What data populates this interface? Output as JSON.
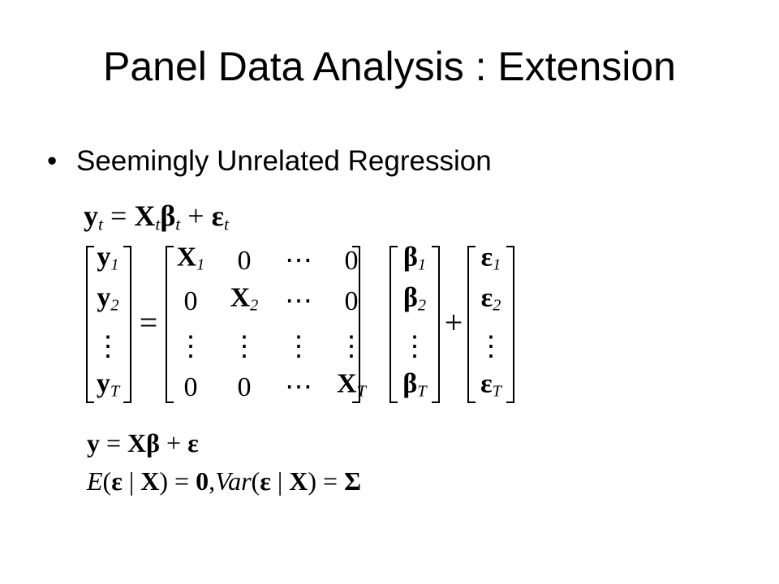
{
  "slide": {
    "title": "Panel Data Analysis : Extension",
    "bullet": {
      "marker": "•",
      "text": "Seemingly Unrelated Regression"
    }
  },
  "equations": {
    "eq1": {
      "lhs": "y",
      "lhs_sub": "t",
      "eq": " = ",
      "x": "X",
      "x_sub": "t",
      "beta": "β",
      "beta_sub": "t",
      "plus": " + ",
      "eps": "ε",
      "eps_sub": "t"
    },
    "matrix": {
      "equals": "=",
      "plus": "+",
      "y": [
        {
          "base": "y",
          "sub": "1"
        },
        {
          "base": "y",
          "sub": "2"
        },
        {
          "base": "⋮",
          "sub": ""
        },
        {
          "base": "y",
          "sub": "T"
        }
      ],
      "X": [
        [
          {
            "base": "X",
            "sub": "1"
          },
          {
            "base": "0",
            "sub": ""
          },
          {
            "base": "⋯",
            "sub": ""
          },
          {
            "base": "0",
            "sub": ""
          }
        ],
        [
          {
            "base": "0",
            "sub": ""
          },
          {
            "base": "X",
            "sub": "2"
          },
          {
            "base": "⋯",
            "sub": ""
          },
          {
            "base": "0",
            "sub": ""
          }
        ],
        [
          {
            "base": "⋮",
            "sub": ""
          },
          {
            "base": "⋮",
            "sub": ""
          },
          {
            "base": "⋮",
            "sub": ""
          },
          {
            "base": "⋮",
            "sub": ""
          }
        ],
        [
          {
            "base": "0",
            "sub": ""
          },
          {
            "base": "0",
            "sub": ""
          },
          {
            "base": "⋯",
            "sub": ""
          },
          {
            "base": "X",
            "sub": "T"
          }
        ]
      ],
      "beta": [
        {
          "base": "β",
          "sub": "1"
        },
        {
          "base": "β",
          "sub": "2"
        },
        {
          "base": "⋮",
          "sub": ""
        },
        {
          "base": "β",
          "sub": "T"
        }
      ],
      "eps": [
        {
          "base": "ε",
          "sub": "1"
        },
        {
          "base": "ε",
          "sub": "2"
        },
        {
          "base": "⋮",
          "sub": ""
        },
        {
          "base": "ε",
          "sub": "T"
        }
      ]
    },
    "eq3": {
      "y": "y",
      "eq": " = ",
      "x": "X",
      "beta": "β",
      "plus": " + ",
      "eps": "ε"
    },
    "eq4": {
      "E": "E",
      "open1": "(",
      "eps1": "ε",
      "bar1": " | ",
      "x1": "X",
      "close1": ")",
      "eq1": " = ",
      "zero": "0",
      "comma": ",",
      "var": "Var",
      "open2": "(",
      "eps2": "ε",
      "bar2": " | ",
      "x2": "X",
      "close2": ")",
      "eq2": " = ",
      "sigma": "Σ"
    }
  }
}
